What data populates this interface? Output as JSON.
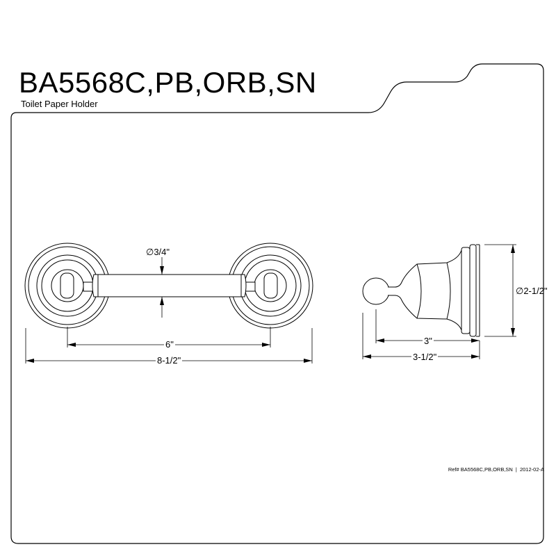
{
  "header": {
    "model": "BA5568C,PB,ORB,SN",
    "product": "Toilet Paper Holder"
  },
  "dimensions": {
    "roller_diameter": "∅3/4\"",
    "inner_width": "6\"",
    "overall_width": "8-1/2\"",
    "base_diameter": "∅2-1/2\"",
    "projection": "3\"",
    "overall_projection": "3-1/2\""
  },
  "footer": {
    "ref": "Ref# BA5568C,PB,ORB,SN",
    "separator": "|",
    "revision": "2012-02-A"
  }
}
